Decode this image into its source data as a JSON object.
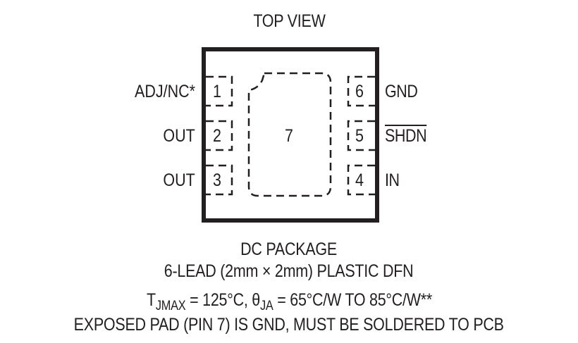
{
  "title": "TOP VIEW",
  "package": {
    "name": "DC PACKAGE",
    "description": "6-LEAD (2mm × 2mm) PLASTIC DFN",
    "exposed_pad_number": "7"
  },
  "pins": {
    "left": [
      {
        "number": "1",
        "label": "ADJ/NC*"
      },
      {
        "number": "2",
        "label": "OUT"
      },
      {
        "number": "3",
        "label": "OUT"
      }
    ],
    "right": [
      {
        "number": "6",
        "label": "GND"
      },
      {
        "number": "5",
        "label": "SHDN",
        "overline": true
      },
      {
        "number": "4",
        "label": "IN"
      }
    ]
  },
  "thermal": {
    "tj_symbol": "T",
    "tj_sub": "JMAX",
    "tj_value": " = 125°C, ",
    "theta_symbol": "θ",
    "theta_sub": "JA",
    "theta_value": " = 65°C/W TO 85°C/W**"
  },
  "note": "EXPOSED PAD (PIN 7) IS GND, MUST BE SOLDERED TO PCB",
  "colors": {
    "ink": "#231f20",
    "background": "#ffffff"
  }
}
